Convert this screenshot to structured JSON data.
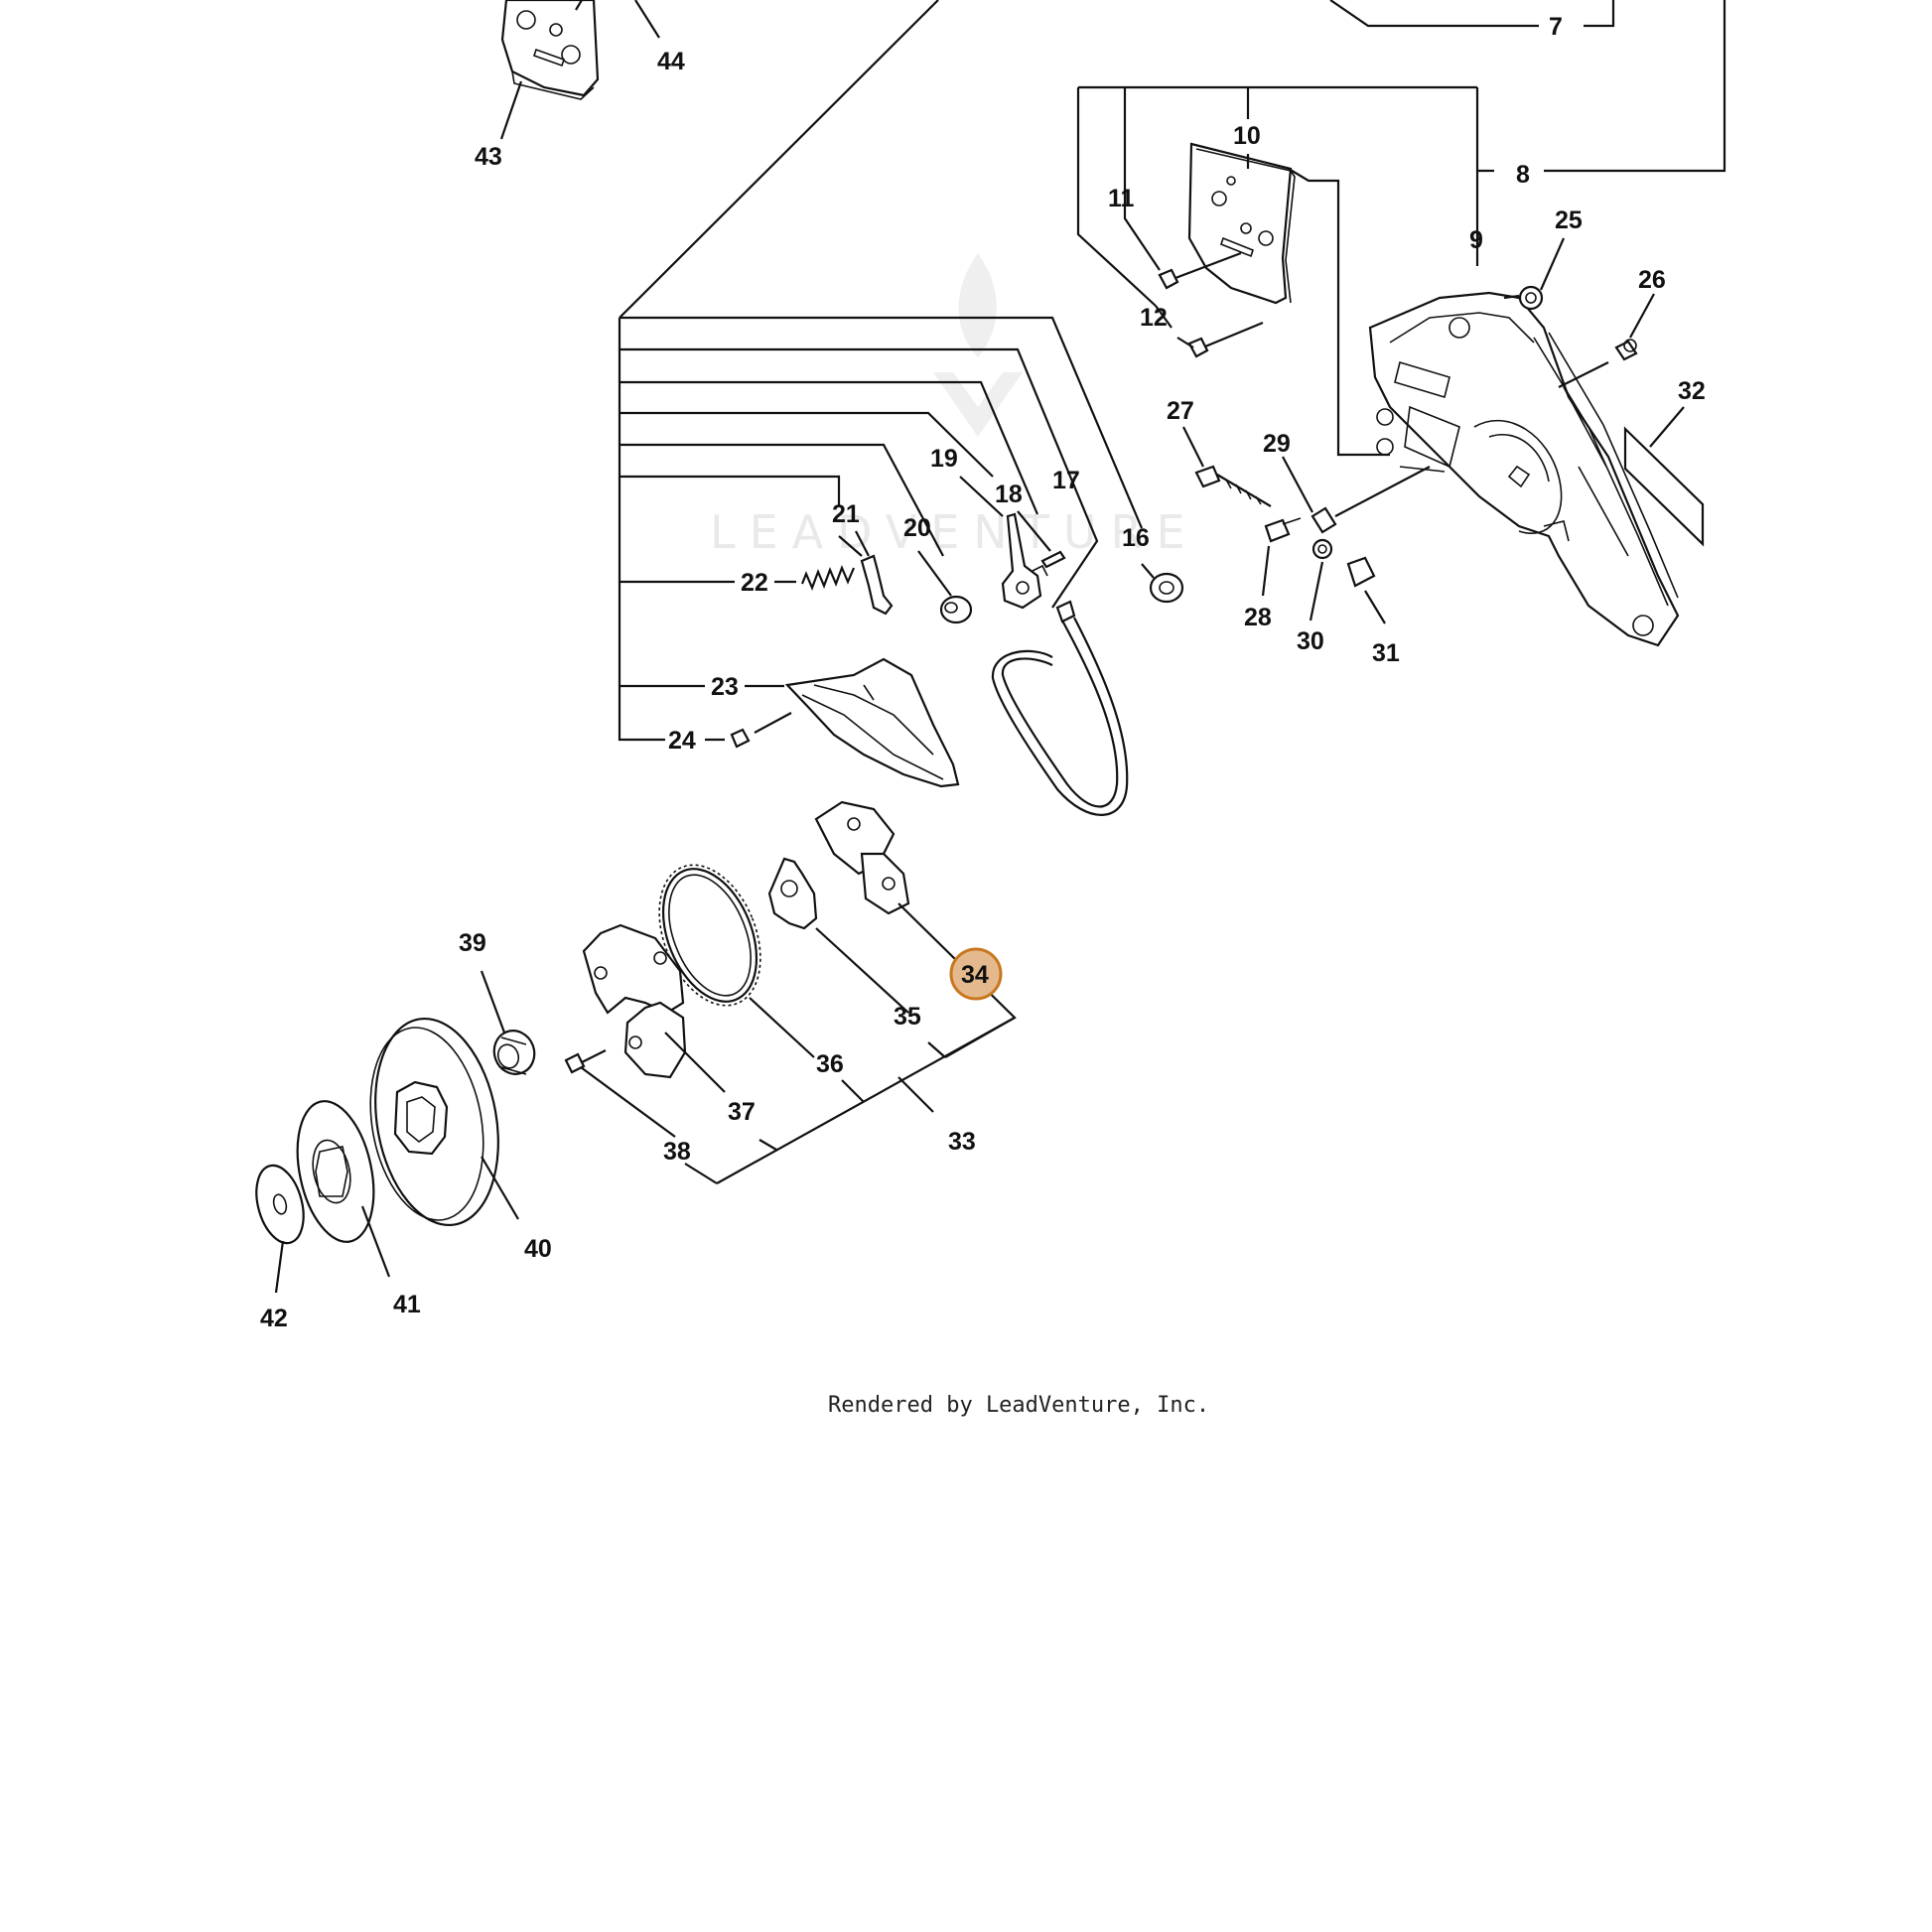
{
  "diagram": {
    "watermark": "LEADVENTURE",
    "footer": "Rendered by LeadVenture, Inc.",
    "highlighted_part": "34",
    "highlight_color": "#e4b98e",
    "highlight_border": "#c9771e",
    "callouts": [
      "7",
      "8",
      "9",
      "10",
      "11",
      "12",
      "16",
      "17",
      "18",
      "19",
      "20",
      "21",
      "22",
      "23",
      "24",
      "25",
      "26",
      "27",
      "28",
      "29",
      "30",
      "31",
      "32",
      "33",
      "34",
      "35",
      "36",
      "37",
      "38",
      "39",
      "40",
      "41",
      "42",
      "43",
      "44"
    ]
  }
}
